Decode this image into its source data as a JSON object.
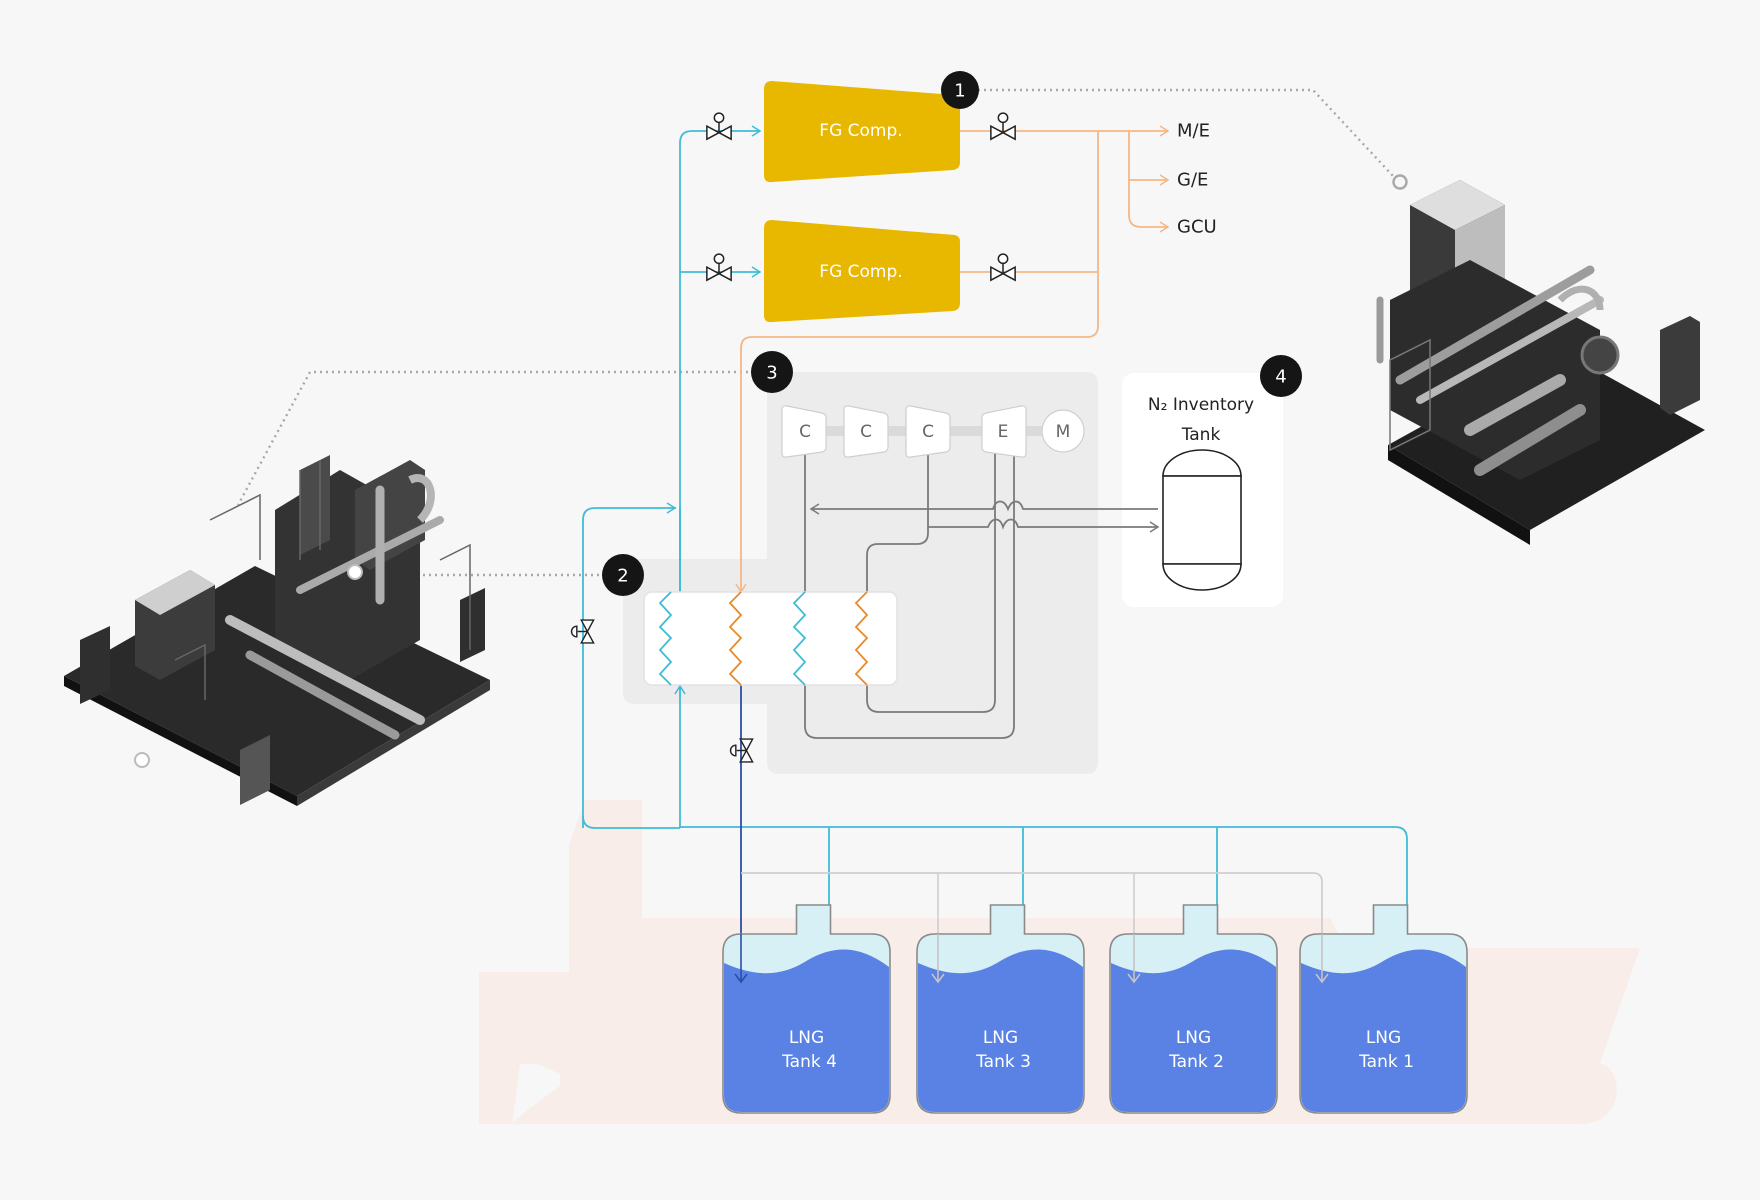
{
  "diagram": {
    "colors": {
      "background": "#f7f7f7",
      "compressor_fill": "#e8b800",
      "cyan_line": "#3fbcd8",
      "orange_line": "#f3b886",
      "orange_coil": "#e98a2a",
      "dark_blue_line": "#2b4ea8",
      "gray_line": "#7a7a7a",
      "badge": "#151515",
      "lng_liquid": "#5a82e4",
      "lng_vapor": "#d6f0f5",
      "hull": "#f8ede8",
      "panel": "#ececec"
    },
    "fg_compressors": [
      {
        "label": "FG Comp."
      },
      {
        "label": "FG Comp."
      }
    ],
    "outputs": [
      {
        "label": "M/E"
      },
      {
        "label": "G/E"
      },
      {
        "label": "GCU"
      }
    ],
    "badges": [
      {
        "number": "1"
      },
      {
        "number": "2"
      },
      {
        "number": "3"
      },
      {
        "number": "4"
      }
    ],
    "reliquefaction_units": [
      {
        "label": "C"
      },
      {
        "label": "C"
      },
      {
        "label": "C"
      },
      {
        "label": "E"
      },
      {
        "label": "M"
      }
    ],
    "n2_tank": {
      "title_line1": "N₂ Inventory",
      "title_line2": "Tank"
    },
    "lng_tanks": [
      {
        "line1": "LNG",
        "line2": "Tank 4"
      },
      {
        "line1": "LNG",
        "line2": "Tank 3"
      },
      {
        "line1": "LNG",
        "line2": "Tank 2"
      },
      {
        "line1": "LNG",
        "line2": "Tank 1"
      }
    ],
    "equipment_images": [
      {
        "name": "FG compressor package (right)"
      },
      {
        "name": "Reliquefaction package (left)"
      }
    ]
  }
}
